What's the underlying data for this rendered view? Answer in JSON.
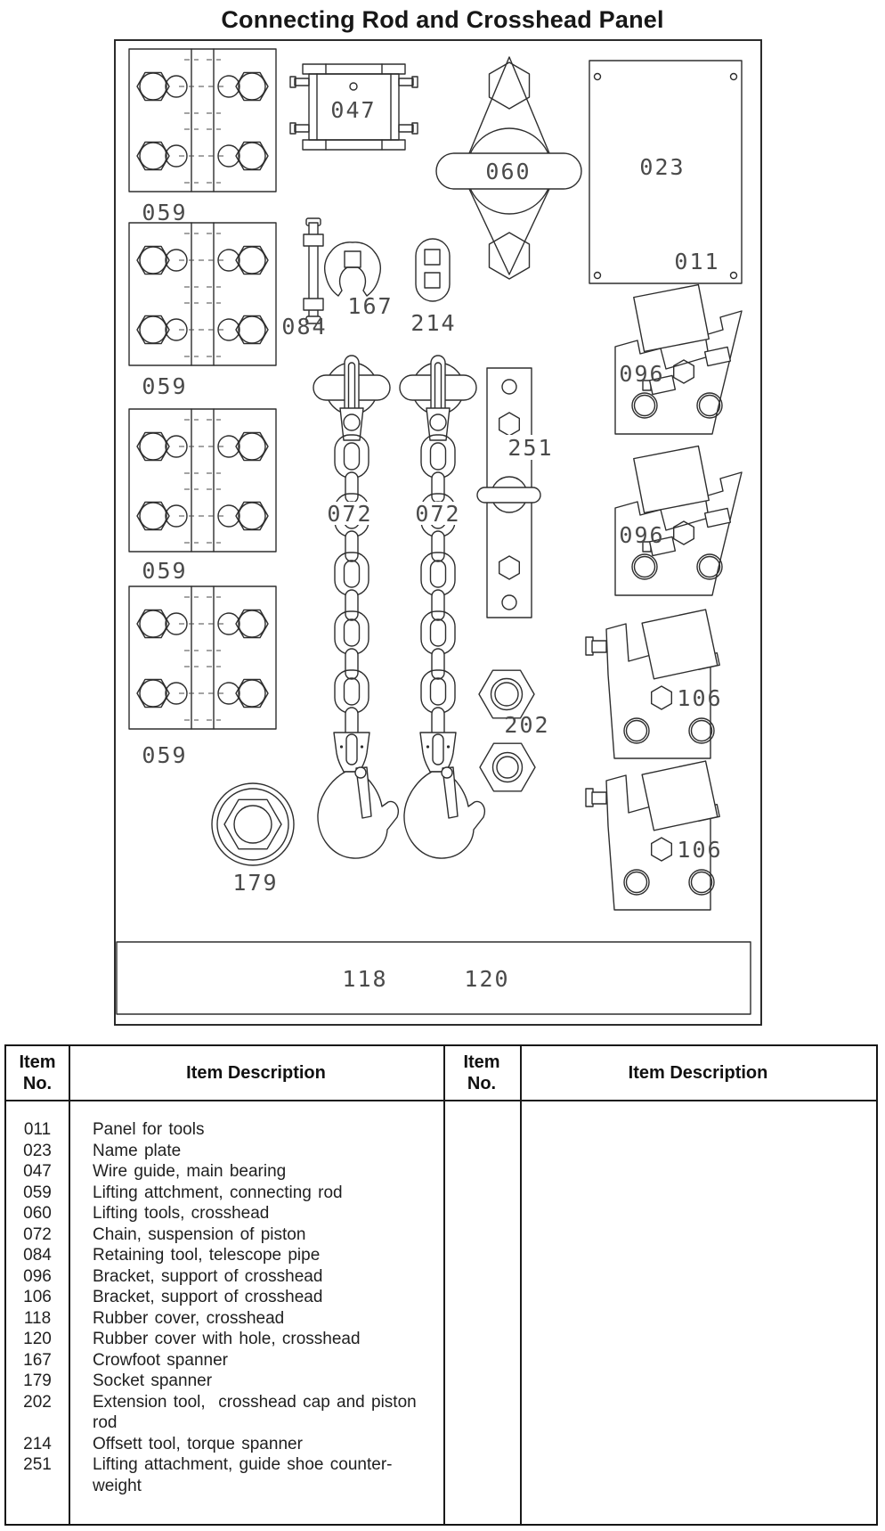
{
  "title": "Connecting Rod and Crosshead Panel",
  "panel": {
    "labels": {
      "l059_1": "059",
      "l059_2": "059",
      "l059_3": "059",
      "l059_4": "059",
      "l047": "047",
      "l060": "060",
      "l023": "023",
      "l011": "011",
      "l084": "084",
      "l167": "167",
      "l214": "214",
      "l072_1": "072",
      "l072_2": "072",
      "l251": "251",
      "l096_1": "096",
      "l096_2": "096",
      "l202": "202",
      "l106_1": "106",
      "l106_2": "106",
      "l179": "179",
      "l118": "118",
      "l120": "120"
    }
  },
  "table": {
    "header_item_no": "Item\nNo.",
    "header_item_description": "Item Description",
    "rows": [
      {
        "no": "011",
        "desc": "Panel for tools"
      },
      {
        "no": "023",
        "desc": "Name plate"
      },
      {
        "no": "047",
        "desc": "Wire guide, main bearing"
      },
      {
        "no": "059",
        "desc": "Lifting attchment, connecting rod"
      },
      {
        "no": "060",
        "desc": "Lifting tools, crosshead"
      },
      {
        "no": "072",
        "desc": "Chain, suspension of piston"
      },
      {
        "no": "084",
        "desc": "Retaining tool, telescope pipe"
      },
      {
        "no": "096",
        "desc": "Bracket, support of crosshead"
      },
      {
        "no": "106",
        "desc": "Bracket, support of crosshead"
      },
      {
        "no": "118",
        "desc": "Rubber cover, crosshead"
      },
      {
        "no": "120",
        "desc": "Rubber cover with hole, crosshead"
      },
      {
        "no": "167",
        "desc": "Crowfoot spanner"
      },
      {
        "no": "179",
        "desc": "Socket spanner"
      },
      {
        "no": "202",
        "desc": "Extension tool,  crosshead cap and piston\nrod"
      },
      {
        "no": "214",
        "desc": "Offsett tool, torque spanner"
      },
      {
        "no": "251",
        "desc": "Lifting attachment, guide shoe counter-\nweight"
      }
    ]
  }
}
